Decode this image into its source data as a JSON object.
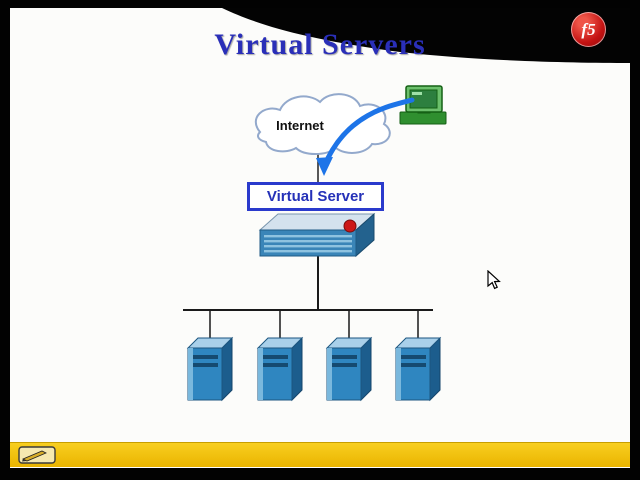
{
  "slide": {
    "title": "Virtual Servers",
    "logo_text": "f5"
  },
  "diagram": {
    "internet_label": "Internet",
    "virtual_server_label": "Virtual Server",
    "server_count": 4
  },
  "colors": {
    "title_blue": "#2a2fb8",
    "box_border_blue": "#2a3acc",
    "arrow_blue": "#1d74e8",
    "server_blue": "#2f86c0",
    "computer_green": "#54b854",
    "logo_red": "#c41212",
    "footer_yellow": "#f0bf00",
    "background_black": "#000000"
  }
}
